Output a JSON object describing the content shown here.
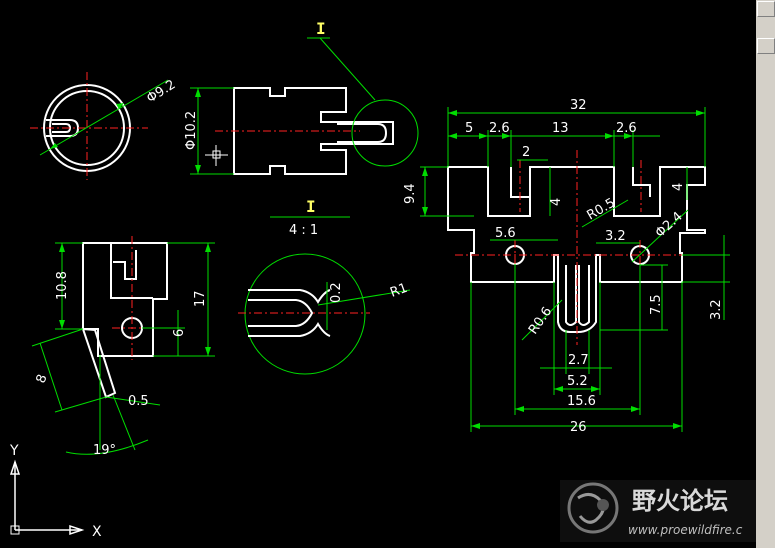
{
  "drawing": {
    "dimensions": {
      "d_dia92": "Φ9.2",
      "d_dia102": "Φ10.2",
      "d_108": "10.8",
      "d_17": "17",
      "d_6": "6",
      "d_8": "8",
      "d_05": "0.5",
      "d_19deg": "19°",
      "d_02": "0.2",
      "d_r1": "R1",
      "d_32": "32",
      "d_5": "5",
      "d_26a": "2.6",
      "d_13": "13",
      "d_26b": "2.6",
      "d_2": "2",
      "d_94": "9.4",
      "d_4a": "4",
      "d_4b": "4",
      "d_r05": "R0.5",
      "d_dia24": "Φ2.4",
      "d_56": "5.6",
      "d_32b": "3.2",
      "d_r06": "R0.6",
      "d_75": "7.5",
      "d_32c": "3.2",
      "d_27": "2.7",
      "d_52": "5.2",
      "d_156": "15.6",
      "d_26": "26"
    },
    "detail_label_top": "I",
    "detail_label_view": "I",
    "detail_scale": "4 : 1"
  },
  "ucs": {
    "y_label": "Y",
    "x_label": "X"
  },
  "watermark": {
    "cn": "野火论坛",
    "url": "www.proewildfire.c"
  },
  "colors": {
    "background": "#000000",
    "geometry": "#ffffff",
    "dimension": "#00dd00",
    "centerline": "#ff2222",
    "label": "#ffff66"
  }
}
